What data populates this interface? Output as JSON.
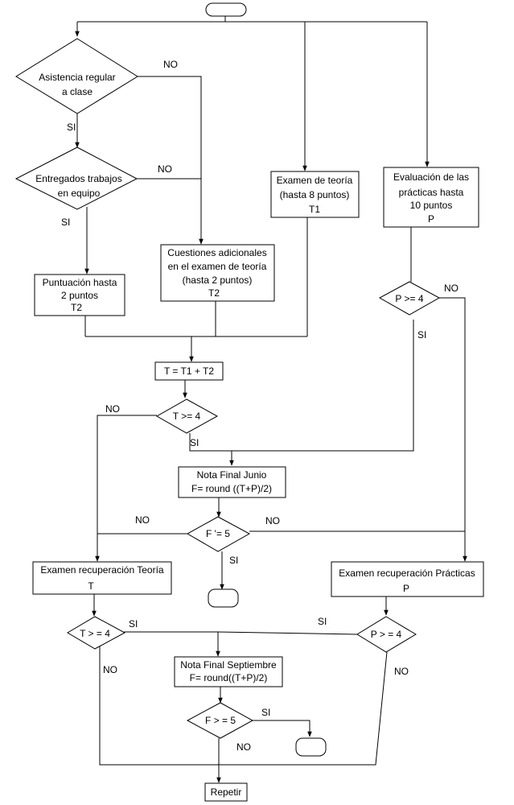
{
  "nodes": {
    "d_asistencia": [
      "Asistencia regular",
      "a clase"
    ],
    "d_trabajos": [
      "Entregados trabajos",
      "en equipo"
    ],
    "b_examen_teoria": [
      "Examen de teoría",
      "(hasta 8 puntos)",
      "T1"
    ],
    "b_eval_practicas": [
      "Evaluación de las",
      "prácticas hasta",
      "10 puntos",
      "P"
    ],
    "b_puntuacion": [
      "Puntuación hasta",
      "2 puntos",
      "T2"
    ],
    "b_cuestiones": [
      "Cuestiones adicionales",
      "en el examen de teoría",
      "(hasta 2 puntos)",
      "T2"
    ],
    "d_p4_top": [
      "P >= 4"
    ],
    "b_suma": [
      "T = T1 + T2"
    ],
    "d_t4_top": [
      "T >= 4"
    ],
    "b_nota_junio": [
      "Nota Final Junio",
      "F= round ((T+P)/2)"
    ],
    "d_f5_top": [
      "F '= 5"
    ],
    "b_recup_teoria": [
      "Examen recuperación Teoría",
      "T"
    ],
    "b_recup_practicas": [
      "Examen recuperación Prácticas",
      "P"
    ],
    "d_t4_bottom": [
      "T > = 4"
    ],
    "d_p4_bottom": [
      "P > = 4"
    ],
    "b_nota_septiembre": [
      "Nota Final Septiembre",
      "F= round((T+P)/2)"
    ],
    "d_f5_bottom": [
      "F > = 5"
    ],
    "b_repetir": [
      "Repetir"
    ]
  },
  "edge_labels": {
    "no_asistencia": "NO",
    "si_asistencia": "SI",
    "no_trabajos": "NO",
    "si_trabajos": "SI",
    "no_p4_top": "NO",
    "si_p4_top": "SI",
    "no_t4_top": "NO",
    "si_t4_top": "SI",
    "no_f5_left": "NO",
    "no_f5_right": "NO",
    "si_f5_top": "SI",
    "si_t4_bottom": "SI",
    "si_p4_bottom": "SI",
    "no_t4_bottom": "NO",
    "no_p4_bottom": "NO",
    "si_f5_bottom": "SI",
    "no_f5_bottom": "NO"
  }
}
